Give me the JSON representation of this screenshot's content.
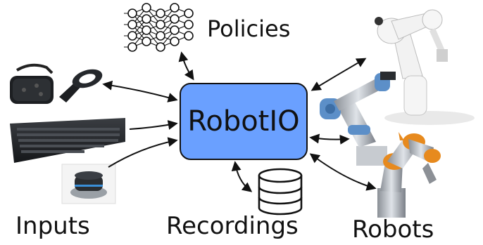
{
  "hub": {
    "label": "RobotIO",
    "color": "#6aa0ff"
  },
  "policies": {
    "label": "Policies",
    "icon": "neural-network-icon"
  },
  "recordings": {
    "label": "Recordings",
    "icon": "database-icon"
  },
  "inputs": {
    "label": "Inputs",
    "devices": [
      "vr-headset-icon",
      "vr-controller-icon",
      "keyboard-icon",
      "spacemouse-icon"
    ]
  },
  "robots": {
    "label": "Robots",
    "items": [
      "franka-panda-arm-icon",
      "ur-arm-icon",
      "kuka-iiwa-arm-icon"
    ]
  }
}
